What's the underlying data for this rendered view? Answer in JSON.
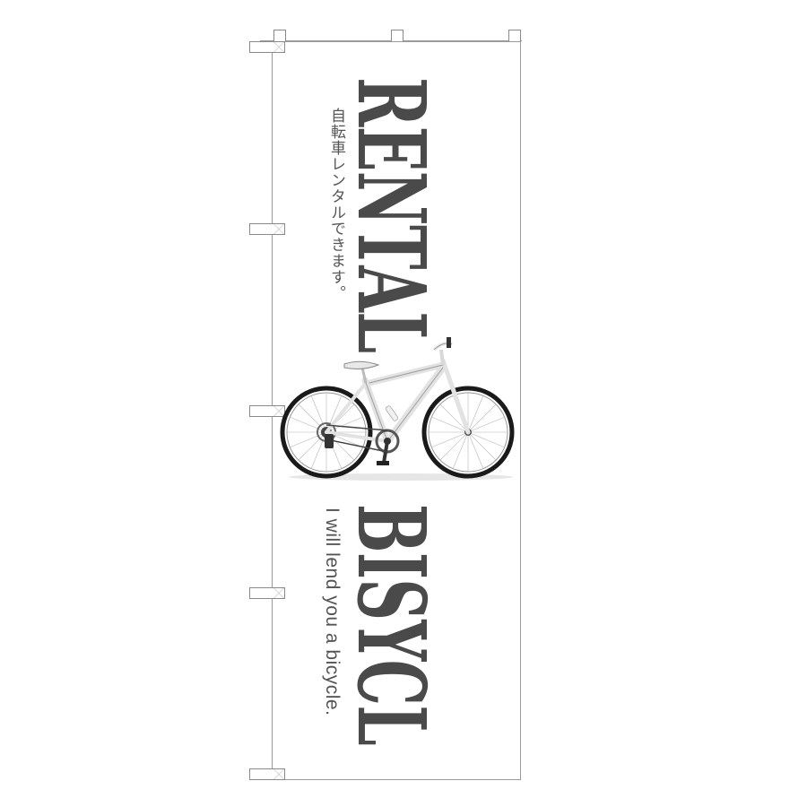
{
  "banner": {
    "headline_top": "RENTAL",
    "headline_bottom": "BISYCL",
    "japanese_tagline": "自転車レンタルできます。",
    "english_tagline": "I will lend you a bicycle."
  },
  "colors": {
    "headline": "#4a4a4a",
    "tagline": "#555555",
    "border": "#9a9a9a"
  },
  "icons": {
    "bike": "bicycle-icon"
  }
}
